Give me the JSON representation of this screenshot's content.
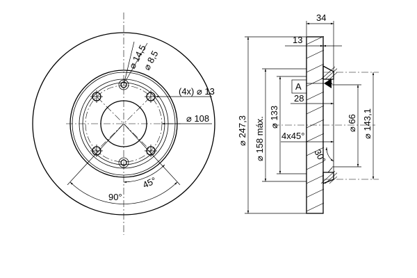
{
  "labels": {
    "bolt_hole_dia": "⌀ 14,5",
    "pin_hole_dia": "⌀ 8,5",
    "hole_count_dia": "(4x) ⌀ 13",
    "pcd": "⌀ 108",
    "angle_90": "90°",
    "angle_45": "45°",
    "overall_dia": "⌀ 247,3",
    "max_dia": "⌀ 158 máx.",
    "dia_133": "⌀ 133",
    "dia_66": "⌀ 66",
    "dia_143": "⌀ 143,1",
    "width_34": "34",
    "thickness_13": "13",
    "ref_a": "A",
    "dim_28": "28",
    "chamfer": "4x45°",
    "angle_30": "30°"
  }
}
